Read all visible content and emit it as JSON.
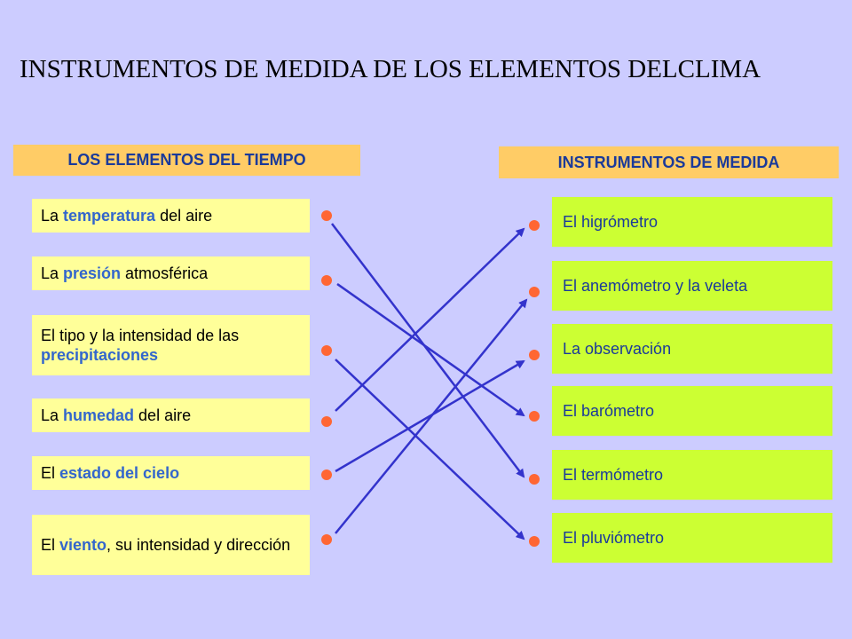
{
  "title": "INSTRUMENTOS  DE MEDIDA DE LOS ELEMENTOS DELCLIMA",
  "left_header": "LOS ELEMENTOS DEL TIEMPO",
  "right_header": "INSTRUMENTOS DE MEDIDA",
  "elements": [
    {
      "pre": "La ",
      "kw": "temperatura",
      "post": " del aire"
    },
    {
      "pre": "La ",
      "kw": "presión",
      "post": " atmosférica"
    },
    {
      "pre": "El tipo y la intensidad de las ",
      "kw": "precipitaciones",
      "post": ""
    },
    {
      "pre": "La ",
      "kw": "humedad",
      "post": " del aire"
    },
    {
      "pre": "El ",
      "kw": "estado del cielo",
      "post": ""
    },
    {
      "pre": "El ",
      "kw": "viento",
      "post": ", su intensidad y dirección"
    }
  ],
  "instruments": [
    "El higrómetro",
    "El anemómetro y la veleta",
    "La observación",
    "El barómetro",
    "El termómetro",
    "El pluviómetro"
  ],
  "colors": {
    "background": "#ccccff",
    "left_box": "#ffff99",
    "right_box": "#ccff33",
    "header": "#ffcc66",
    "dot": "#ff6633",
    "arrow": "#3333cc"
  }
}
